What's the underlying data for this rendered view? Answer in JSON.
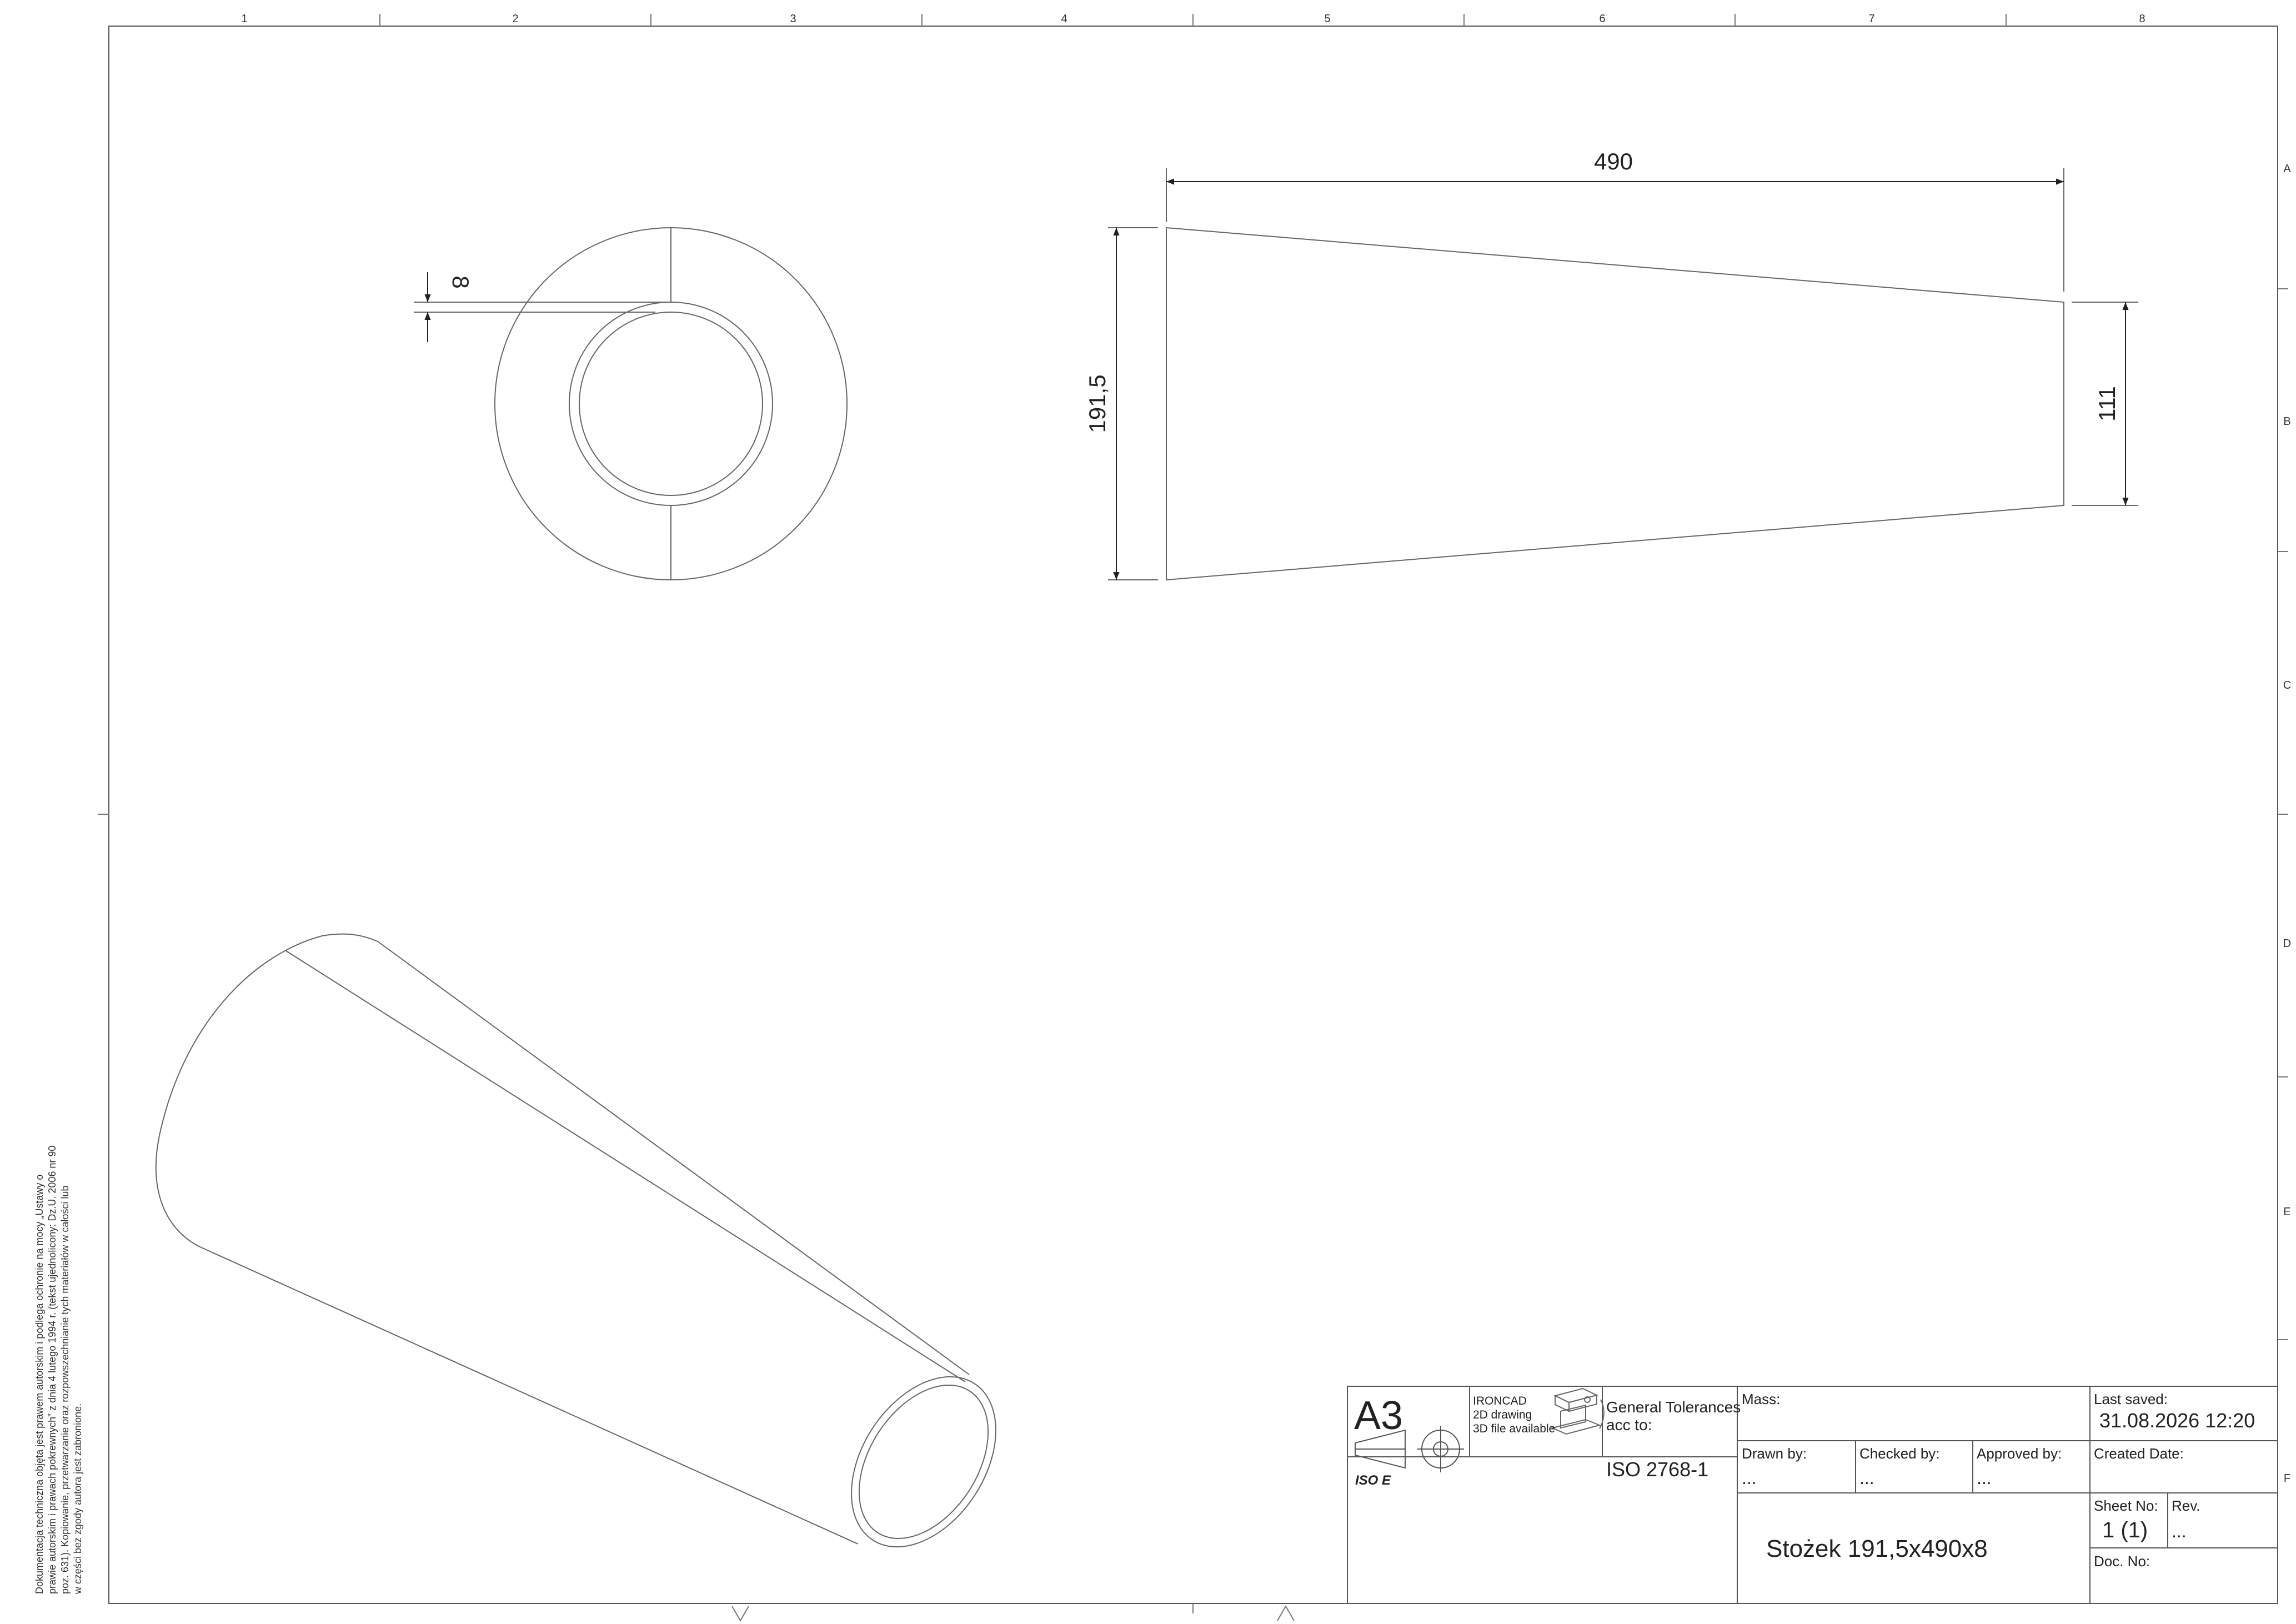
{
  "zones": {
    "columns": [
      "1",
      "2",
      "3",
      "4",
      "5",
      "6",
      "7",
      "8"
    ],
    "rows": [
      "A",
      "B",
      "C",
      "D",
      "E",
      "F"
    ]
  },
  "dimensions": {
    "length": "490",
    "large_diameter": "191,5",
    "small_diameter": "111",
    "wall_thickness": "8"
  },
  "title_block": {
    "format": "A3",
    "projection": "ISO E",
    "ironcad_line1": "IRONCAD",
    "ironcad_line2": "2D drawing",
    "ironcad_line3": "3D file available",
    "general_tolerances_line1": "General Tolerances",
    "general_tolerances_line2": "acc to:",
    "tolerance_standard": "ISO 2768-1",
    "mass_label": "Mass:",
    "mass_value": "",
    "last_saved_label": "Last saved:",
    "last_saved_value": "31.08.2026 12:20",
    "drawn_by_label": "Drawn by:",
    "drawn_by_value": "...",
    "checked_by_label": "Checked by:",
    "checked_by_value": "...",
    "approved_by_label": "Approved by:",
    "approved_by_value": "...",
    "created_date_label": "Created Date:",
    "created_date_value": "",
    "sheet_no_label": "Sheet No:",
    "sheet_no_value": "1 (1)",
    "rev_label": "Rev.",
    "rev_value": "...",
    "doc_no_label": "Doc. No:",
    "doc_no_value": "",
    "part_title": "Stożek 191,5x490x8"
  },
  "copyright": [
    "Dokumentacja techniczna objęta jest prawem autorskim i podlega ochronie na mocy „Ustawy o",
    "prawie autorskim i prawach pokrewnych” z dnia 4 lutego 1994 r. (tekst ujednolicony: Dz.U. 2006 nr 90",
    "poz. 631). Kopiowanie, przetwarzanie oraz rozpowszechnianie tych materiałów w całości lub",
    "w części bez zgody autora jest zabronione."
  ]
}
